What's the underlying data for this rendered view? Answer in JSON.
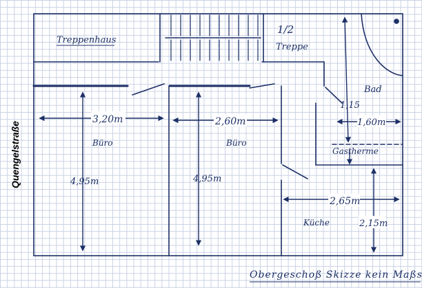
{
  "street_label": "Quengelstraße",
  "rooms": {
    "stairwell": "Treppenhaus",
    "stairs_label_num": "1/2",
    "stairs_label": "Treppe",
    "bath": "Bad",
    "office_left": "Büro",
    "office_right": "Büro",
    "boiler": "Gastherme",
    "kitchen": "Küche"
  },
  "dimensions": {
    "office_left_width": "3,20m",
    "office_left_depth": "4,95m",
    "office_right_width": "2,60m",
    "office_right_depth": "4,95m",
    "bath_width": "1,60m",
    "bath_depth": "1,15",
    "kitchen_width": "2,65m",
    "kitchen_depth": "2,15m"
  },
  "caption": "Obergeschoß Skizze kein Maßstab",
  "colors": {
    "ink": "#1c2f66",
    "grid": "#c9d1e4"
  }
}
